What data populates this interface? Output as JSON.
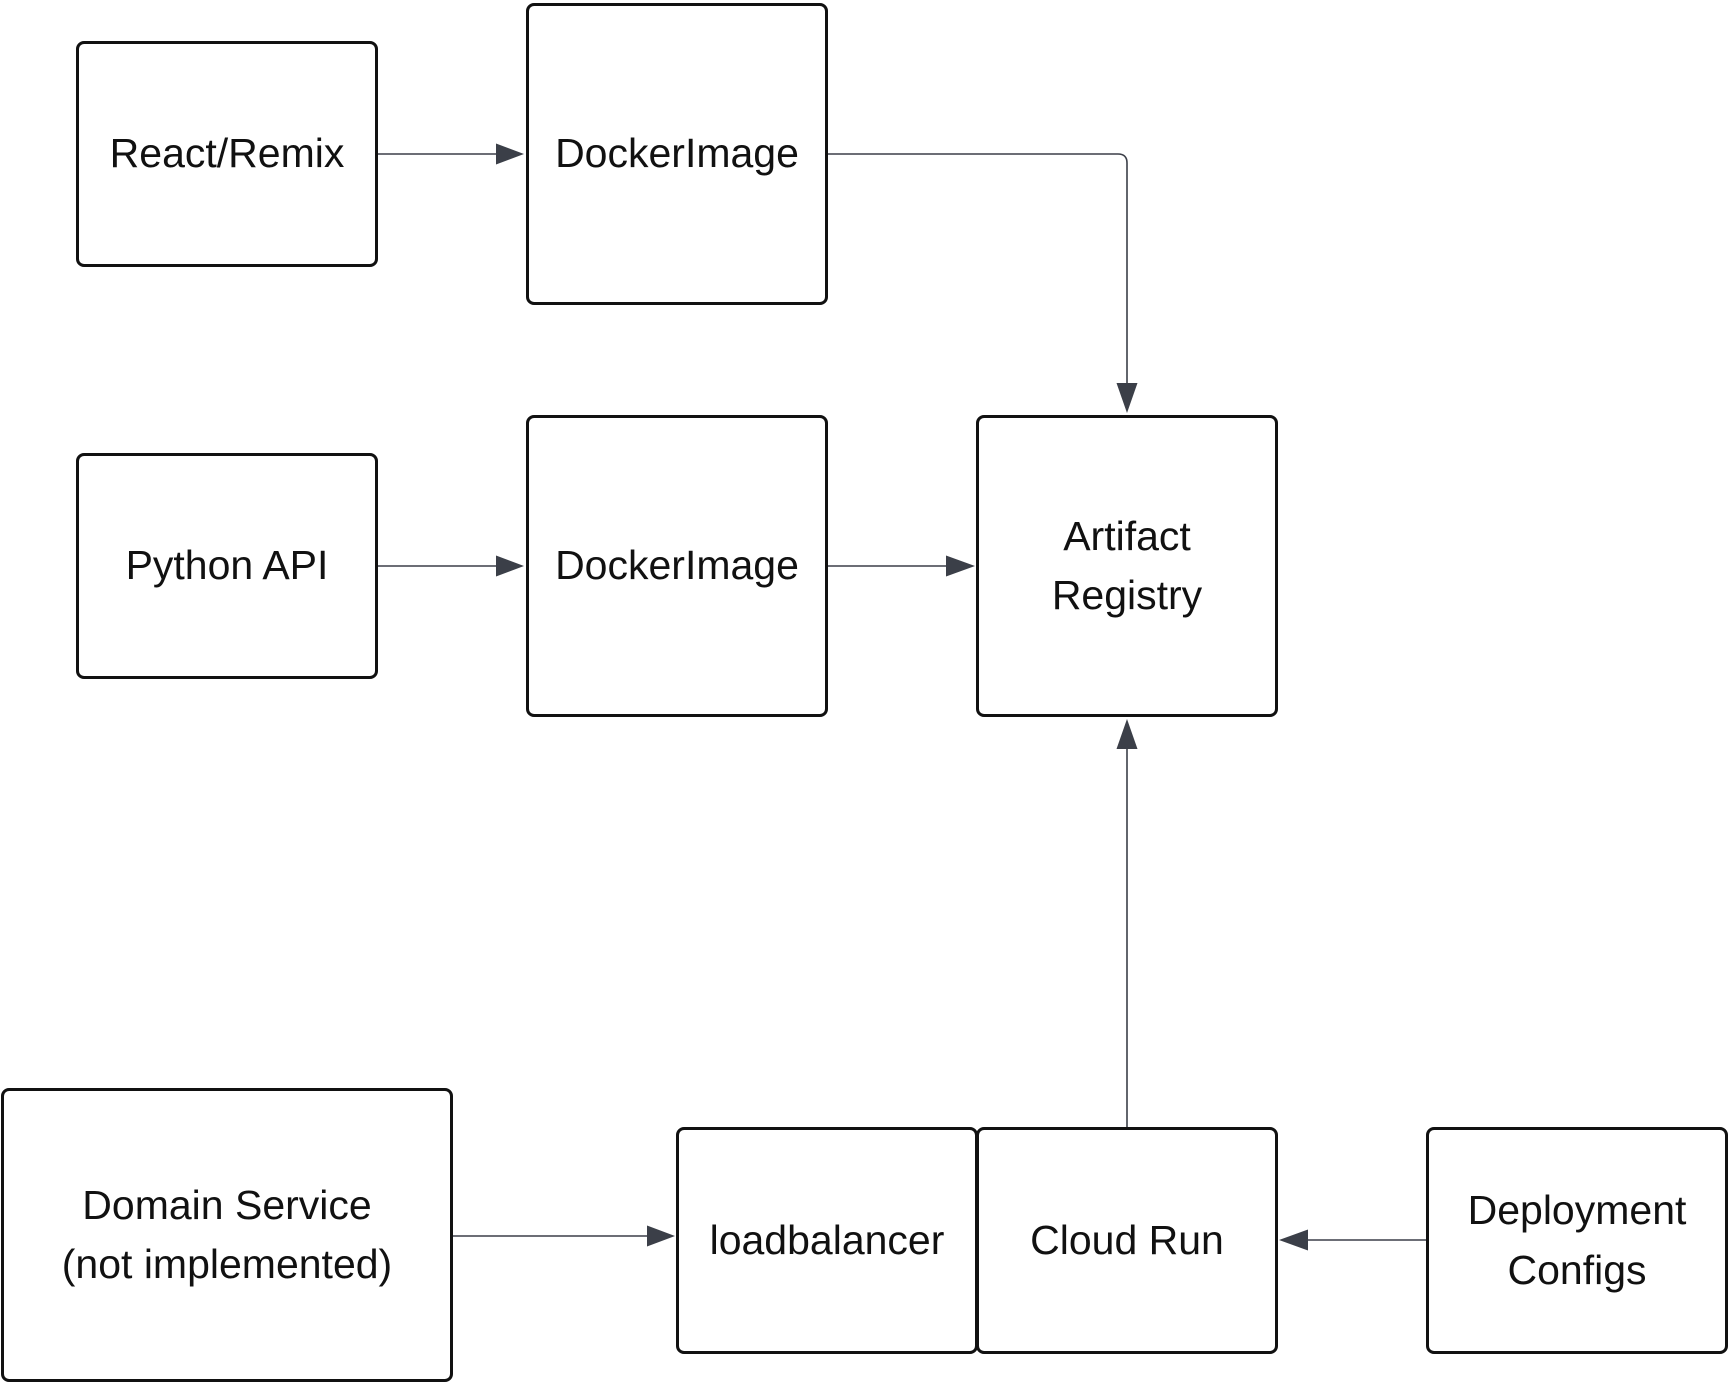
{
  "nodes": {
    "react_remix": {
      "lines": [
        "React/Remix"
      ]
    },
    "docker_image_frontend": {
      "lines": [
        "DockerImage"
      ]
    },
    "python_api": {
      "lines": [
        "Python API"
      ]
    },
    "docker_image_api": {
      "lines": [
        "DockerImage"
      ]
    },
    "artifact_registry": {
      "lines": [
        "Artifact",
        "Registry"
      ]
    },
    "domain_service": {
      "lines": [
        "Domain Service",
        "(not implemented)"
      ]
    },
    "loadbalancer": {
      "lines": [
        "loadbalancer"
      ]
    },
    "cloud_run": {
      "lines": [
        "Cloud Run"
      ]
    },
    "deployment_configs": {
      "lines": [
        "Deployment",
        "Configs"
      ]
    }
  },
  "edges": [
    {
      "from": "react_remix",
      "to": "docker_image_frontend"
    },
    {
      "from": "docker_image_frontend",
      "to": "artifact_registry"
    },
    {
      "from": "python_api",
      "to": "docker_image_api"
    },
    {
      "from": "docker_image_api",
      "to": "artifact_registry"
    },
    {
      "from": "cloud_run",
      "to": "artifact_registry"
    },
    {
      "from": "domain_service",
      "to": "loadbalancer"
    },
    {
      "from": "deployment_configs",
      "to": "cloud_run"
    }
  ],
  "colors": {
    "box_border": "#111111",
    "connector": "#3b3f48",
    "background": "#ffffff"
  }
}
